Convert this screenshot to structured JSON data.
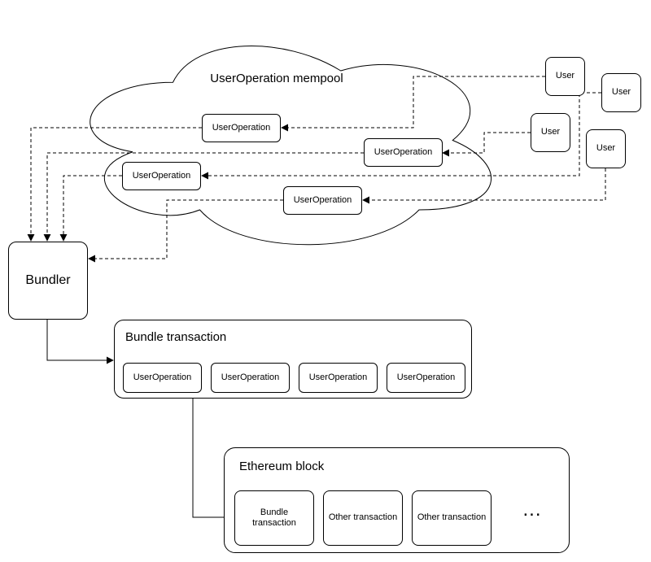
{
  "diagram": {
    "mempool": {
      "title": "UserOperation mempool",
      "items": [
        "UserOperation",
        "UserOperation",
        "UserOperation",
        "UserOperation"
      ]
    },
    "users": [
      "User",
      "User",
      "User",
      "User"
    ],
    "bundler": {
      "label": "Bundler"
    },
    "bundle_transaction": {
      "title": "Bundle transaction",
      "items": [
        "UserOperation",
        "UserOperation",
        "UserOperation",
        "UserOperation"
      ]
    },
    "ethereum_block": {
      "title": "Ethereum block",
      "items": [
        "Bundle transaction",
        "Other transaction",
        "Other transaction"
      ],
      "ellipsis": "..."
    },
    "colors": {
      "stroke": "#000000",
      "background": "#ffffff"
    }
  }
}
